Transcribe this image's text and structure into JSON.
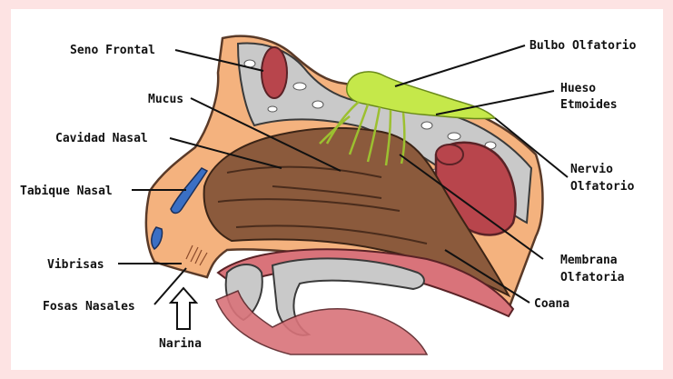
{
  "labels": {
    "seno_frontal": "Seno Frontal",
    "mucus": "Mucus",
    "cavidad_nasal": "Cavidad Nasal",
    "tabique_nasal": "Tabique Nasal",
    "vibrisas": "Vibrisas",
    "fosas_nasales": "Fosas Nasales",
    "narina": "Narina",
    "bulbo_olfatorio": "Bulbo Olfatorio",
    "hueso_line1": "Hueso",
    "hueso_line2": "Etmoides",
    "nervio_line1": "Nervio",
    "nervio_line2": "Olfatorio",
    "membrana_line1": "Membrana",
    "membrana_line2": "Olfatoria",
    "coana": "Coana"
  },
  "colors": {
    "page_border": "#fde3e3",
    "skin": "#f4b27e",
    "cavity": "#8b5a3c",
    "bone": "#c9c9c9",
    "sinus": "#b8454c",
    "mucosa": "#d9737a",
    "bulb": "#c5e84a",
    "septum": "#3a6fc4"
  }
}
